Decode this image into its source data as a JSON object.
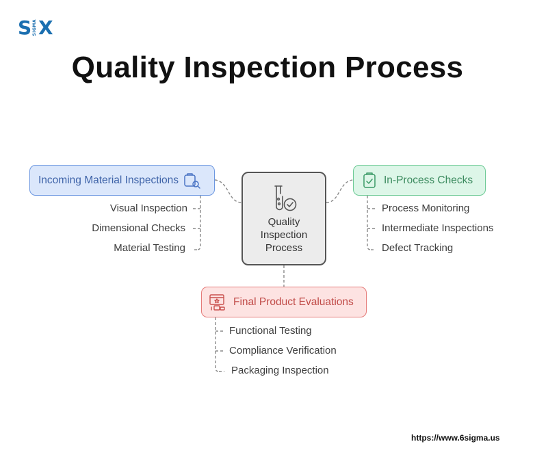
{
  "logo": {
    "s": "S",
    "sigma": "SIGMA",
    "x": "X"
  },
  "title": "Quality Inspection Process",
  "center": {
    "lines": [
      "Quality",
      "Inspection",
      "Process"
    ]
  },
  "categories": {
    "incoming": {
      "label": "Incoming Material Inspections",
      "items": [
        "Visual Inspection",
        "Dimensional Checks",
        "Material Testing"
      ]
    },
    "inprocess": {
      "label": "In-Process Checks",
      "items": [
        "Process Monitoring",
        "Intermediate Inspections",
        "Defect Tracking"
      ]
    },
    "final": {
      "label": "Final Product Evaluations",
      "items": [
        "Functional Testing",
        "Compliance Verification",
        "Packaging Inspection"
      ]
    }
  },
  "footer": {
    "url": "https://www.6sigma.us"
  },
  "colors": {
    "brand": "#1b6fb0",
    "blue": "#6b96e0",
    "green": "#6bc994",
    "red": "#e57b79"
  },
  "icons": [
    "clipboard-search-icon",
    "test-tube-check-icon",
    "clipboard-check-icon",
    "inspection-board-icon"
  ]
}
